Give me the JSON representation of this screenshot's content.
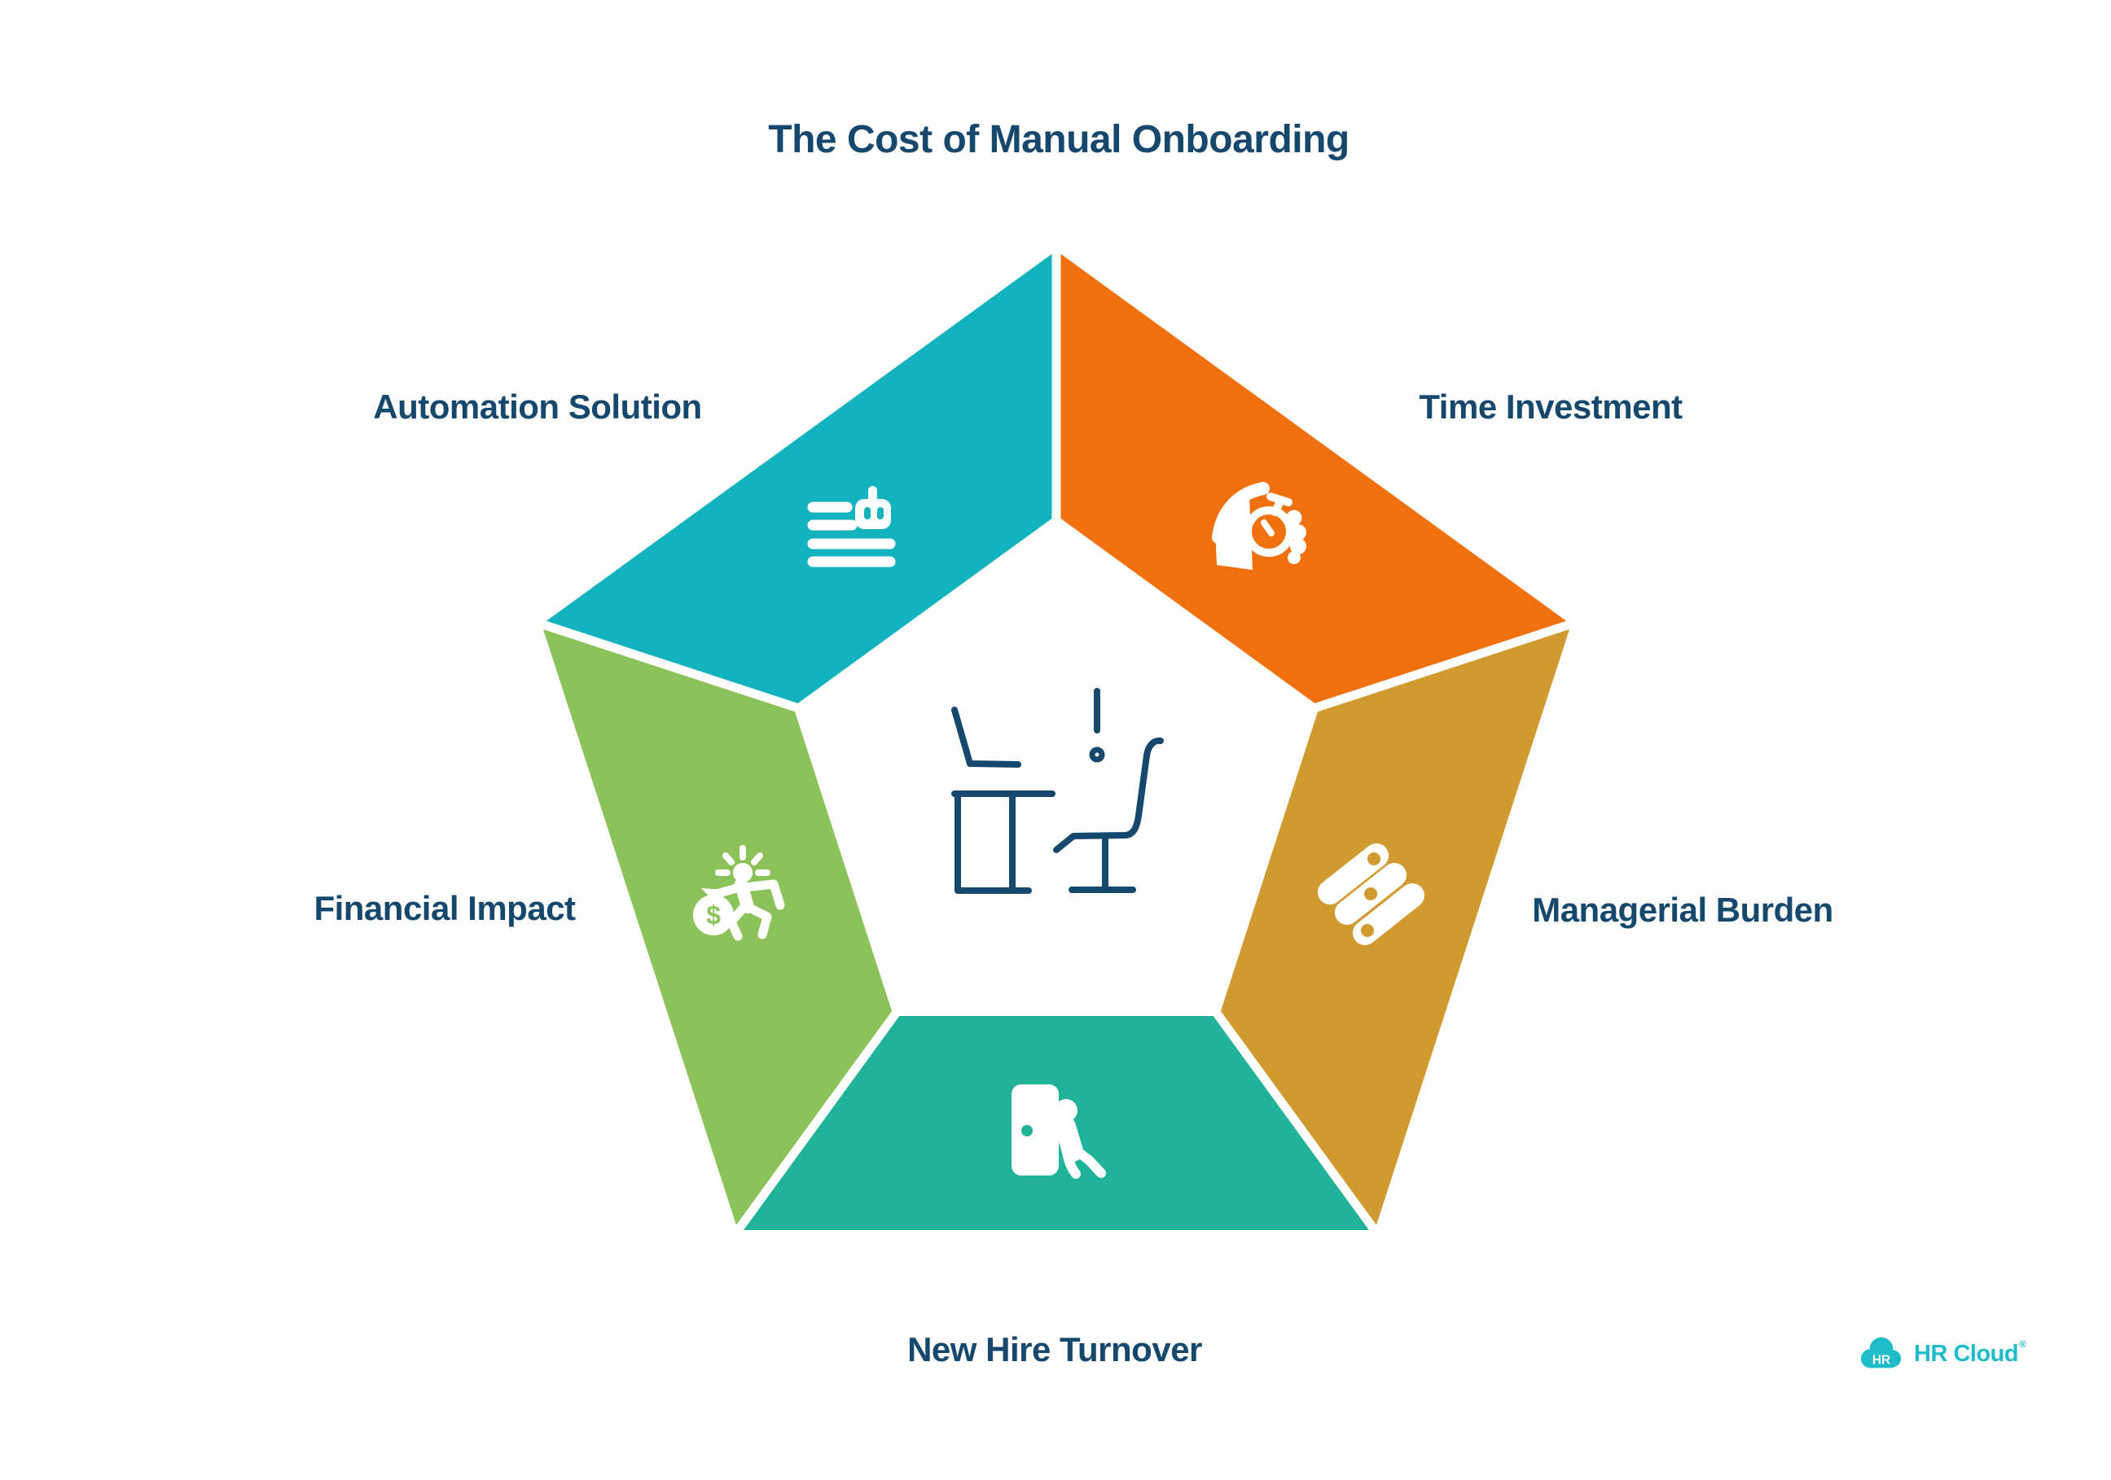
{
  "title": "The Cost of Manual Onboarding",
  "colors": {
    "background": "#FEFEFE",
    "text_navy": "#15486C",
    "icon_white": "#FFFFFF"
  },
  "segments": [
    {
      "name": "Automation Solution",
      "color": "#12B2BE",
      "icon": "robot-checklist-icon",
      "position": "top-left"
    },
    {
      "name": "Time Investment",
      "color": "#F0700E",
      "icon": "hand-stopwatch-icon",
      "position": "top-right"
    },
    {
      "name": "Managerial Burden",
      "color": "#D09A31",
      "icon": "sliders-icon",
      "position": "right"
    },
    {
      "name": "New Hire Turnover",
      "color": "#21B39A",
      "icon": "employee-exit-door-icon",
      "position": "bottom"
    },
    {
      "name": "Financial Impact",
      "color": "#8CC25A",
      "icon": "money-bag-runner-icon",
      "position": "left"
    }
  ],
  "center": {
    "icon": "empty-desk-and-chair-alert-icon"
  },
  "financial_icon_dollar": "$",
  "logo": {
    "badge_text": "HR",
    "brand_text": "HR Cloud",
    "registered_mark": "®",
    "color": "#20BCC9"
  }
}
